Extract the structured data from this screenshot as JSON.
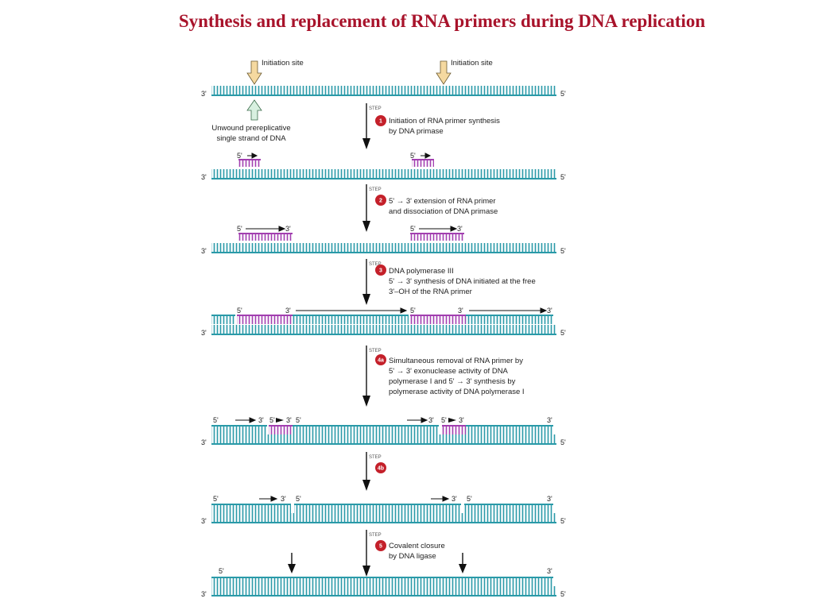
{
  "title": "Synthesis and replacement of RNA primers during DNA replication",
  "labels": {
    "initiation_site_1": "Initiation site",
    "initiation_site_2": "Initiation site",
    "unwound_line1": "Unwound prereplicative",
    "unwound_line2": "single strand of DNA",
    "three": "3'",
    "five": "5'",
    "step_word": "STEP"
  },
  "steps": [
    {
      "number": "1",
      "lines": [
        "Initiation of RNA primer synthesis",
        "by DNA primase"
      ]
    },
    {
      "number": "2",
      "lines": [
        "5' → 3' extension of RNA primer",
        "and dissociation of DNA primase"
      ]
    },
    {
      "number": "3",
      "lines": [
        "DNA polymerase III",
        "5' → 3' synthesis of DNA initiated at the free",
        "3'–OH of the RNA primer"
      ]
    },
    {
      "number": "4a",
      "lines": [
        "Simultaneous removal of RNA primer by",
        "5' → 3' exonuclease activity of DNA",
        "polymerase I and 5' → 3' synthesis by",
        "polymerase activity of DNA polymerase I"
      ]
    },
    {
      "number": "4b",
      "lines": []
    },
    {
      "number": "5",
      "lines": [
        "Covalent closure",
        "by DNA ligase"
      ]
    }
  ],
  "colors": {
    "title": "#a8132b",
    "dna": "#2a9aa8",
    "primer": "#a23fb0",
    "step_badge": "#c4202a",
    "site_arrow": "#f5d9a0",
    "unwound_arrow": "#d8f0e0"
  }
}
